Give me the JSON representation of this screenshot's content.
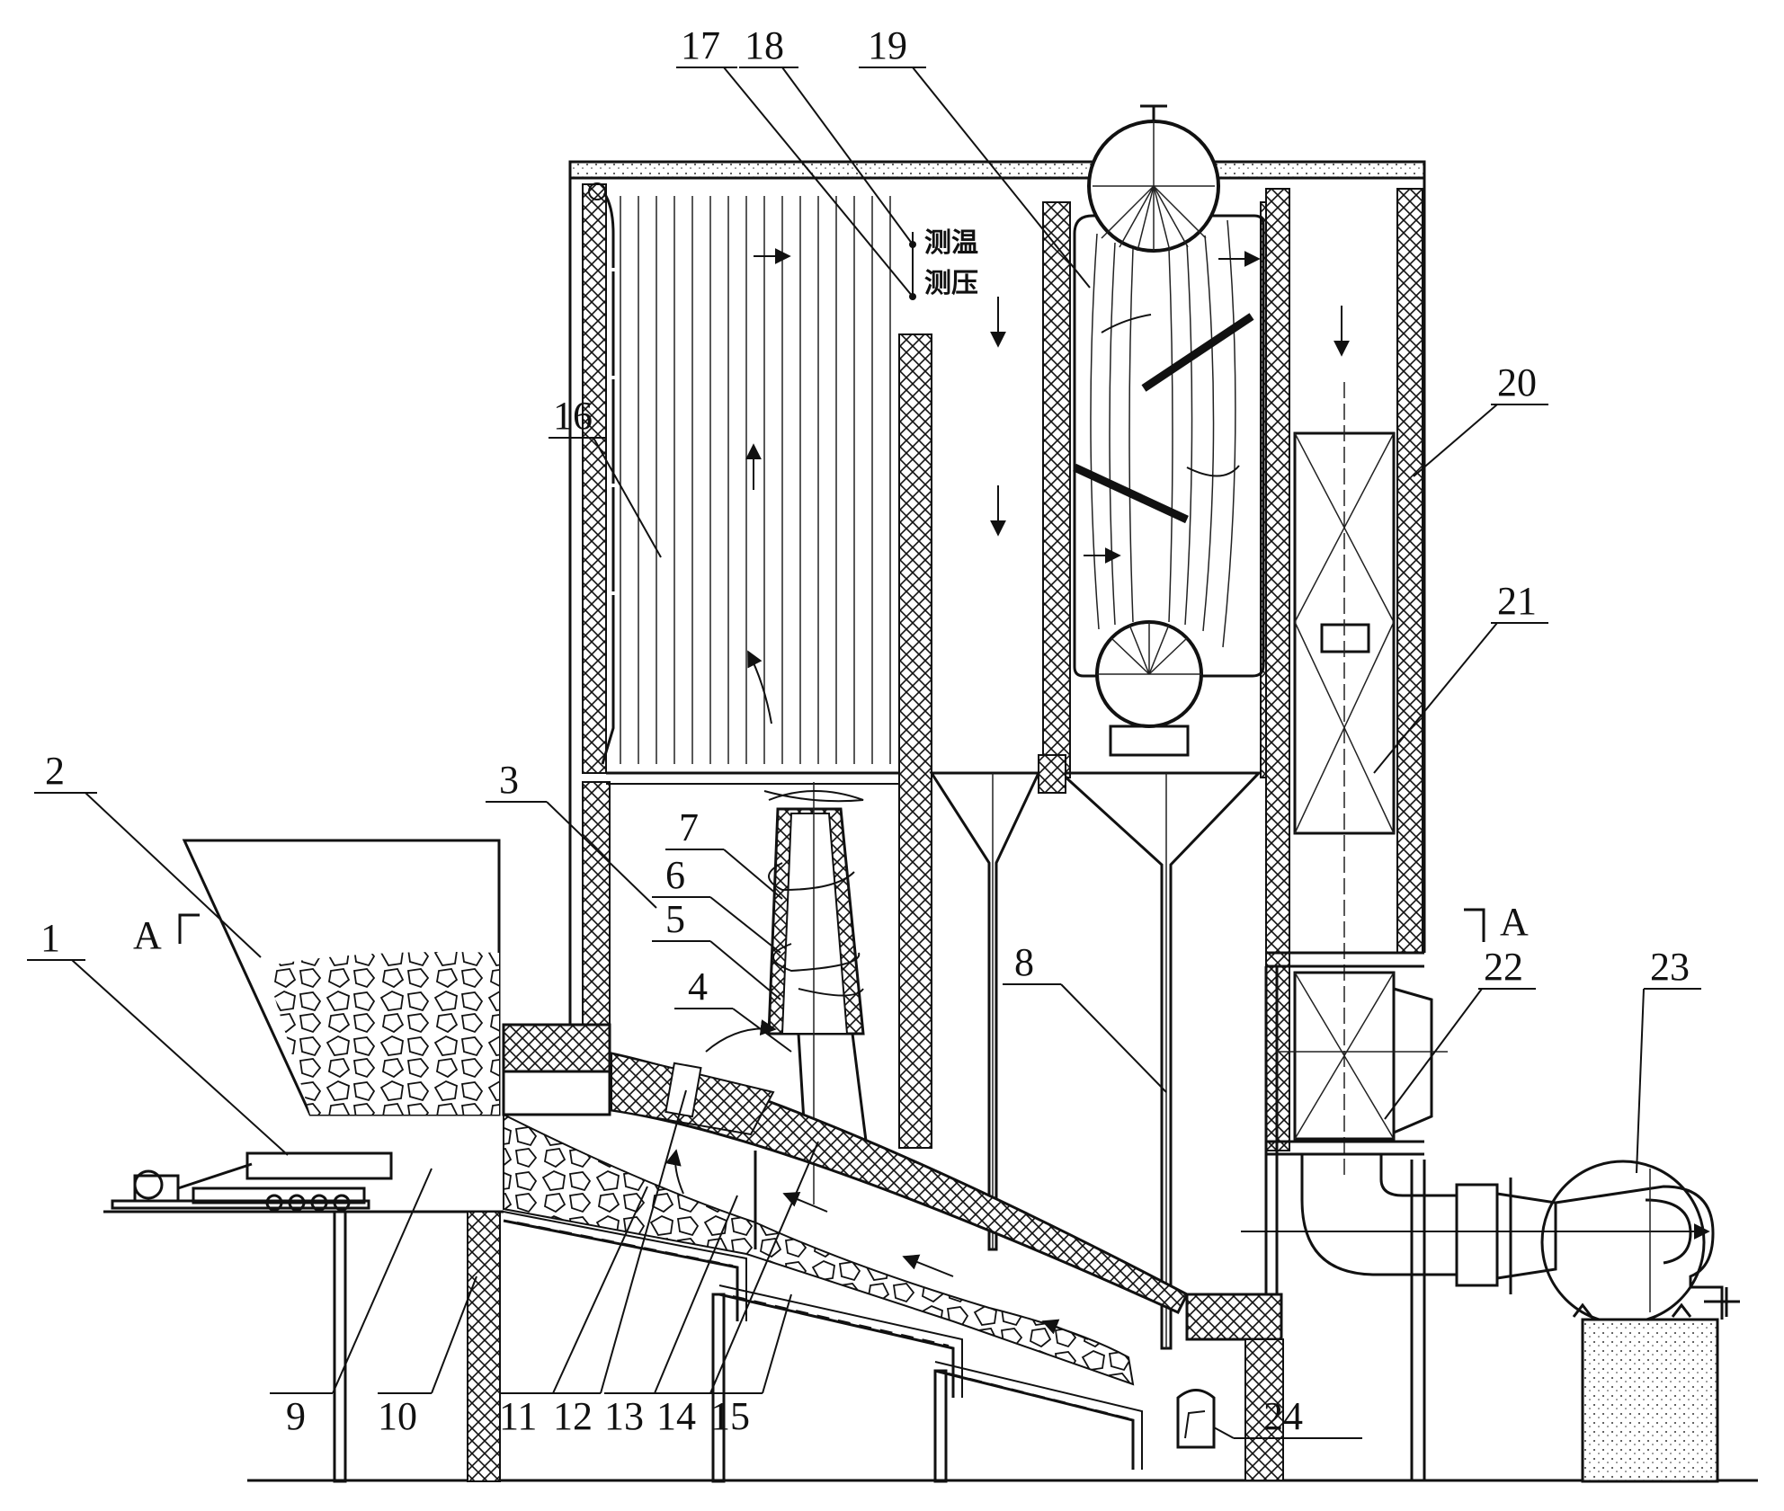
{
  "labels": [
    "1",
    "2",
    "3",
    "4",
    "5",
    "6",
    "7",
    "8",
    "9",
    "10",
    "11",
    "12",
    "13",
    "14",
    "15",
    "16",
    "17",
    "18",
    "19",
    "20",
    "21",
    "22",
    "23",
    "24"
  ],
  "notes": {
    "temp": "测温",
    "pressure": "测压"
  },
  "section": {
    "left": "A",
    "right": "A"
  },
  "colors": {
    "ink": "#111111",
    "paper": "#ffffff"
  }
}
